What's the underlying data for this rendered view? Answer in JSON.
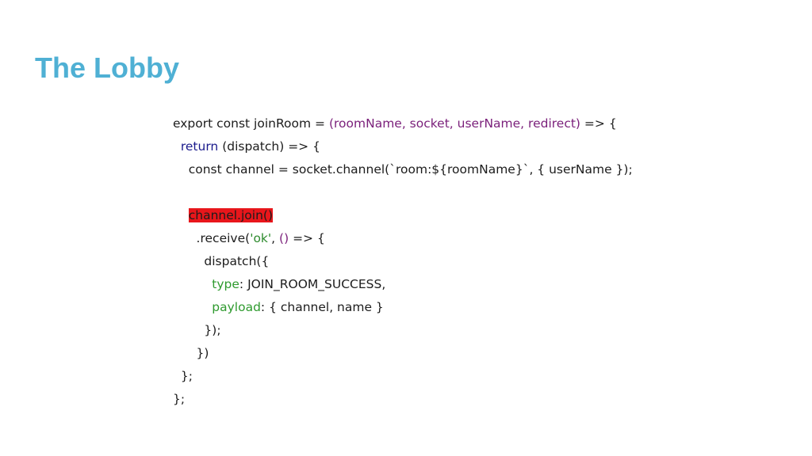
{
  "slide": {
    "title": "The Lobby",
    "colors": {
      "title": "#4fb0d4",
      "text": "#1c1c1c",
      "keyword": "#1a1a8c",
      "params": "#7a1f7a",
      "string": "#2e8b2e",
      "property": "#2e9a2e",
      "highlight": "#e8161b"
    }
  },
  "code": {
    "line1": {
      "prefix": "export const joinRoom = ",
      "params": "(roomName, socket, userName, redirect)",
      "suffix": " => {"
    },
    "line2": {
      "indent": "  ",
      "keyword": "return",
      "rest": " (dispatch) => {"
    },
    "line3": {
      "text": "    const channel = socket.channel(`room:${roomName}`, { userName });"
    },
    "line4": {
      "text": ""
    },
    "line5": {
      "indent": "    ",
      "highlight": "channel.join()"
    },
    "line6": {
      "prefix": "      .receive(",
      "string": "'ok'",
      "sep": ", ",
      "arrow_params": "()",
      "suffix": " => {"
    },
    "line7": {
      "text": "        dispatch({"
    },
    "line8": {
      "indent": "          ",
      "prop": "type",
      "rest": ": JOIN_ROOM_SUCCESS,"
    },
    "line9": {
      "indent": "          ",
      "prop": "payload",
      "rest": ": { channel, name }"
    },
    "line10": {
      "text": "        });"
    },
    "line11": {
      "text": "      })"
    },
    "line12": {
      "text": "  };"
    },
    "line13": {
      "text": "};"
    }
  }
}
